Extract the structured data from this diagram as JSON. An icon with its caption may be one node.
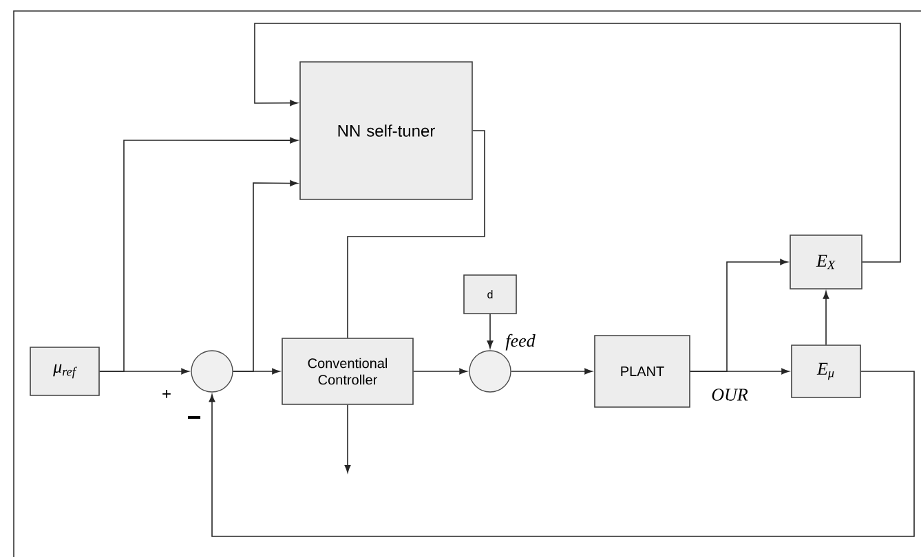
{
  "diagram": {
    "nodes": [
      {
        "text": [
          "μ$_{ref}$"
        ]
      },
      {
        "text": [],
        "shape": "circle"
      },
      {
        "text": [
          "NN self-tuner"
        ]
      },
      {
        "text": [
          "Conventional Controller"
        ]
      },
      {
        "text": [
          "d"
        ]
      },
      {
        "text": [],
        "shape": "circle"
      },
      {
        "text": [
          "PLANT"
        ]
      },
      {
        "text": [
          "E$_{X}$"
        ]
      },
      {
        "text": [
          "E$_{μ}$"
        ]
      }
    ],
    "edges": [
      {
        "from": 0,
        "to": 1,
        "arrow": "to"
      },
      {
        "from": 0,
        "to": 2,
        "arrow": "to"
      },
      {
        "from": 1,
        "to": 3,
        "arrow": "to"
      },
      {
        "from": 1,
        "to": 2,
        "arrow": "to"
      },
      {
        "from": 2,
        "to": 3,
        "arrow": "none"
      },
      {
        "from": 3,
        "to": null,
        "arrow": "to"
      },
      {
        "from": 3,
        "to": 5,
        "arrow": "to"
      },
      {
        "from": 4,
        "to": 5,
        "arrow": "to"
      },
      {
        "from": 5,
        "to": 6,
        "arrow": "to",
        "label": "feed"
      },
      {
        "from": 6,
        "to": 8,
        "arrow": "to",
        "label": "OUR"
      },
      {
        "from": 6,
        "to": 7,
        "arrow": "to"
      },
      {
        "from": 8,
        "to": 7,
        "arrow": "to"
      },
      {
        "from": 7,
        "to": 2,
        "arrow": "to"
      },
      {
        "from": 8,
        "to": 1,
        "arrow": "to"
      }
    ],
    "labels": [
      "+",
      "−"
    ]
  }
}
